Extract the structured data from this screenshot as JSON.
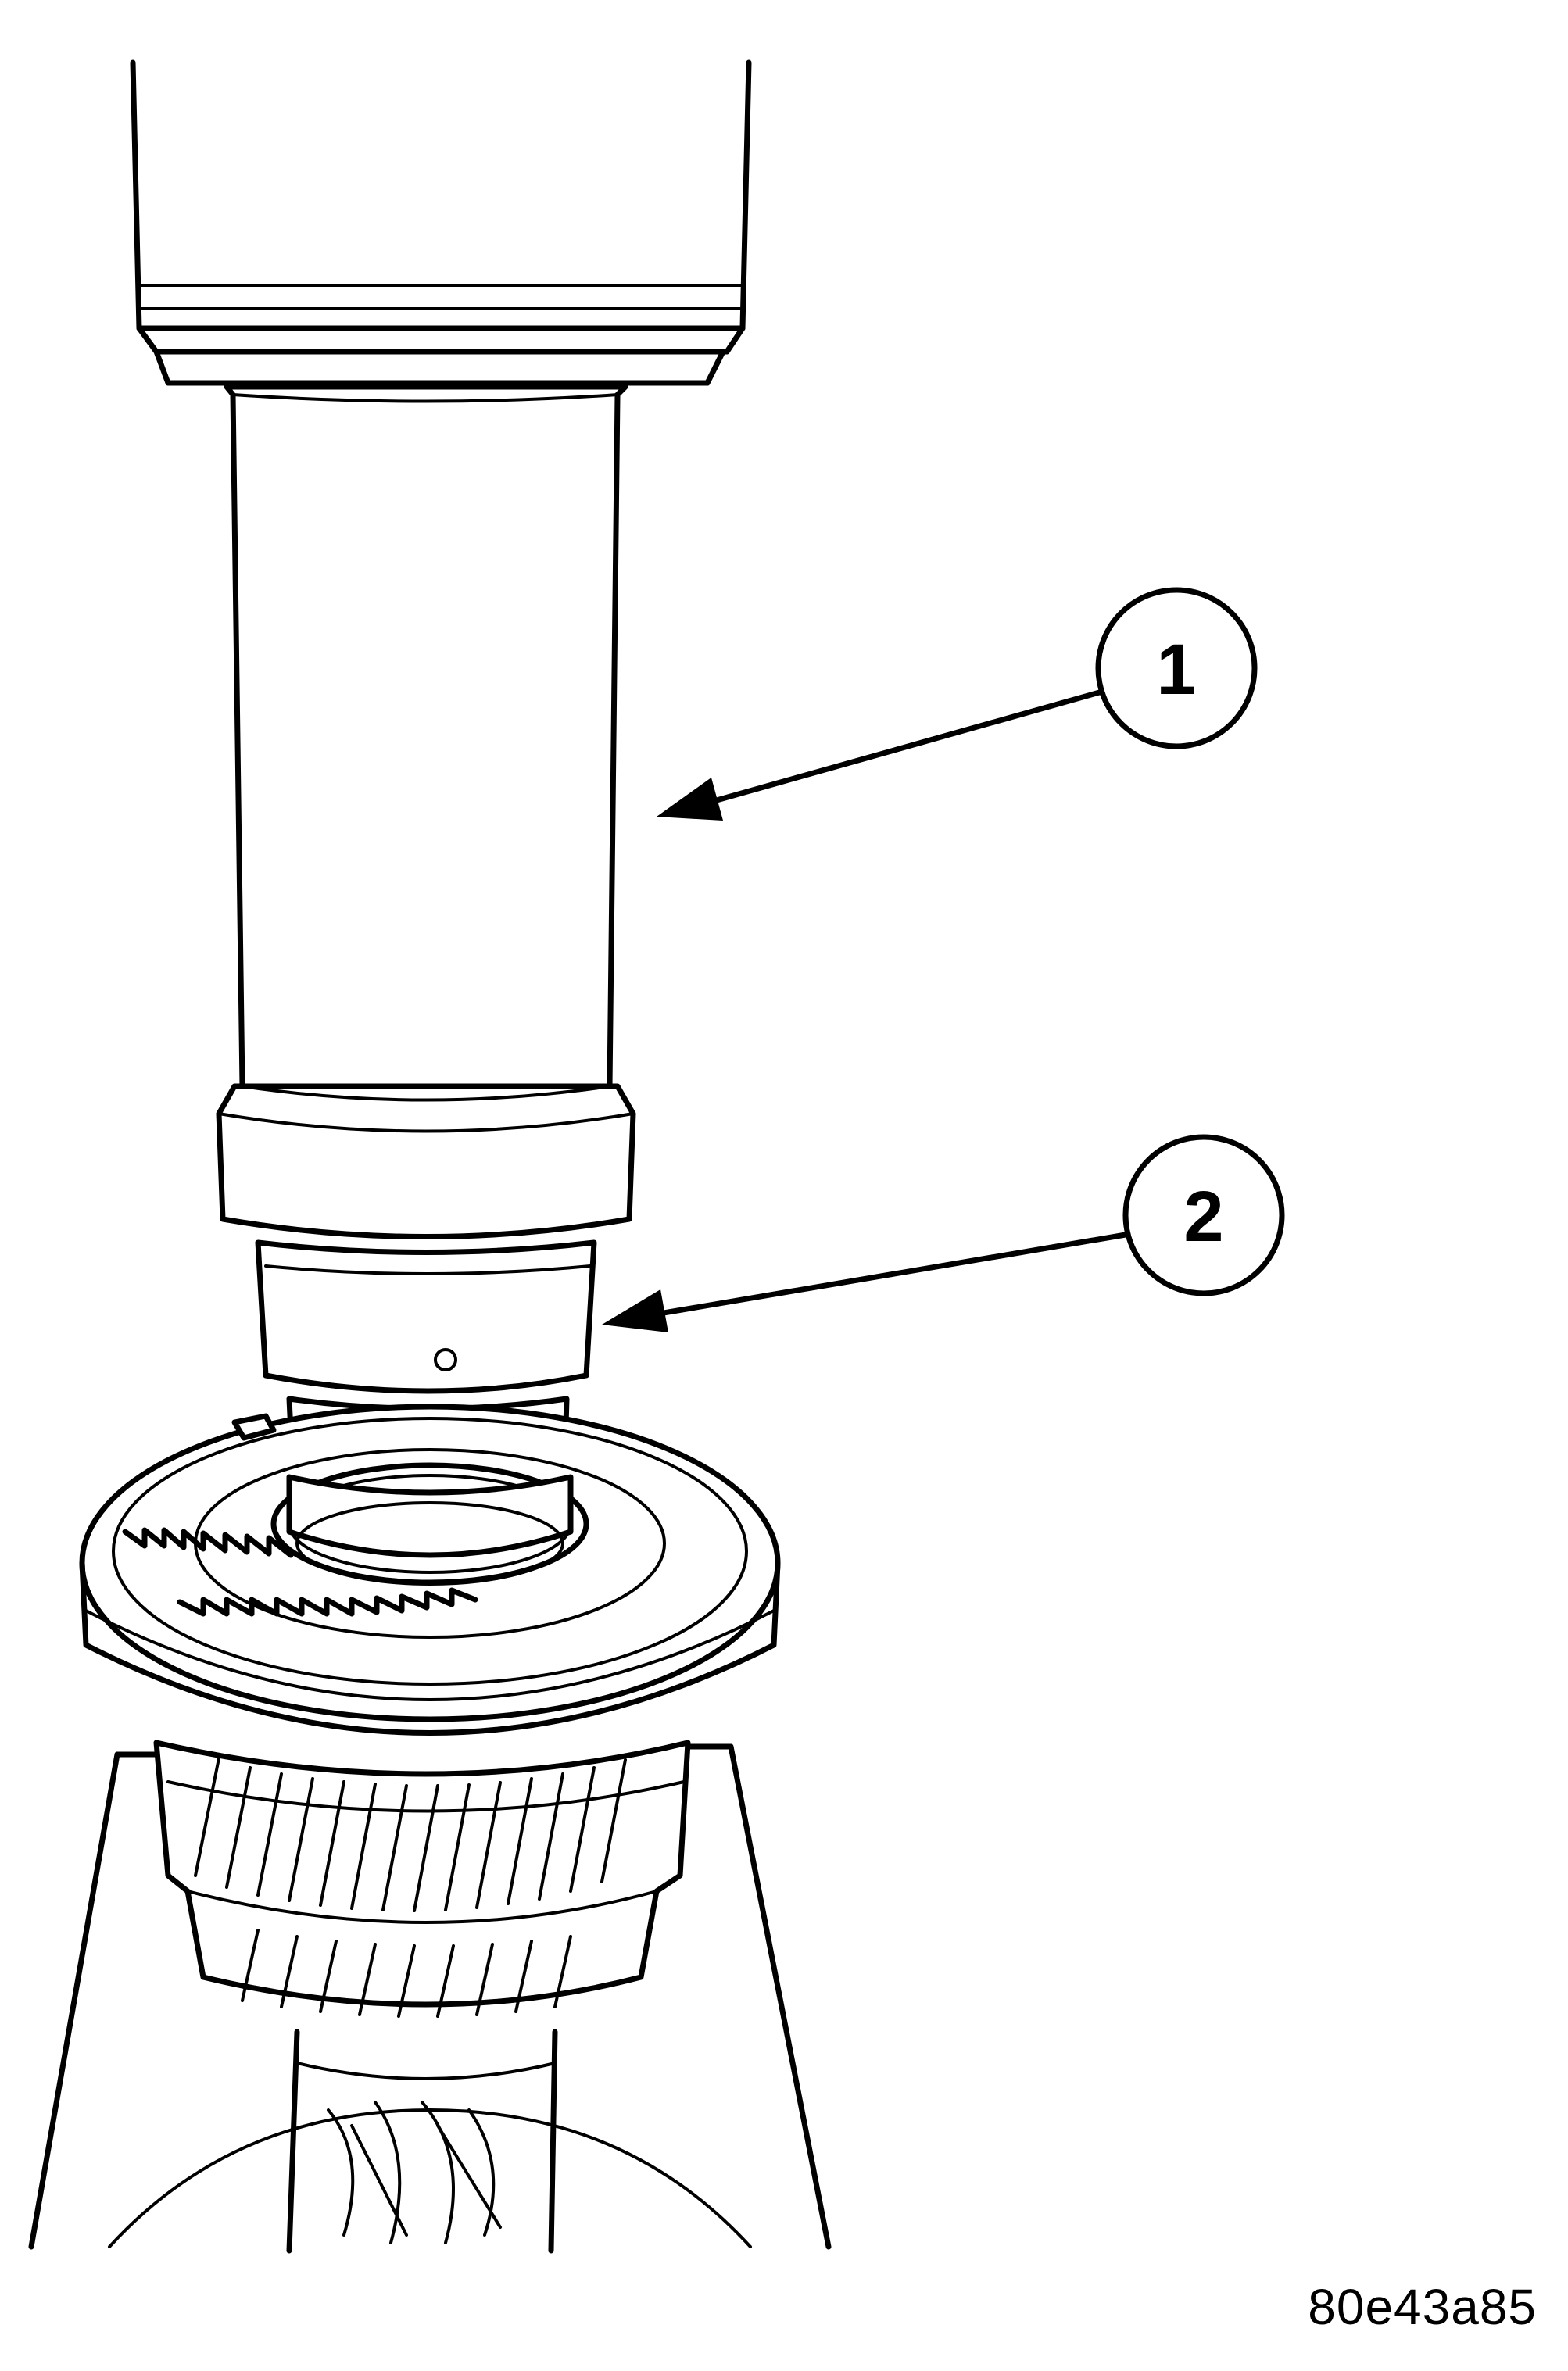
{
  "callouts": [
    {
      "label": "1"
    },
    {
      "label": "2"
    }
  ],
  "figure_id": "80e43a85",
  "colors": {
    "line": "#000000",
    "background": "#ffffff"
  }
}
